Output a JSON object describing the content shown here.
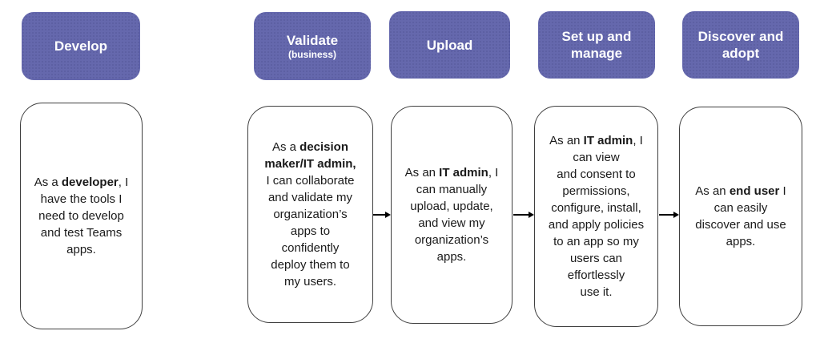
{
  "colors": {
    "header_fill": "#6568ad",
    "header_dot": "#5a5da0",
    "header_text": "#ffffff",
    "card_border": "#3f3f3f",
    "card_fill": "#ffffff",
    "body_text": "#1a1a1a",
    "arrow": "#000000"
  },
  "columns": [
    {
      "id": "develop",
      "header": {
        "label": "Develop",
        "sublabel": ""
      },
      "body": [
        {
          "text": "As a ",
          "bold": false
        },
        {
          "text": "developer",
          "bold": true
        },
        {
          "text": ", I\nhave the tools I\nneed to develop\nand test Teams\napps.",
          "bold": false
        }
      ]
    },
    {
      "id": "validate",
      "header": {
        "label": "Validate",
        "sublabel": "(business)"
      },
      "body": [
        {
          "text": "As a ",
          "bold": false
        },
        {
          "text": "decision\nmaker/IT admin,",
          "bold": true
        },
        {
          "text": "\nI can collaborate\nand validate my\norganization’s\napps to\nconfidently\ndeploy them to\nmy users.",
          "bold": false
        }
      ]
    },
    {
      "id": "upload",
      "header": {
        "label": "Upload",
        "sublabel": ""
      },
      "body": [
        {
          "text": "As an ",
          "bold": false
        },
        {
          "text": "IT admin",
          "bold": true
        },
        {
          "text": ", I\ncan manually\nupload, update,\nand view my\norganization’s\napps.",
          "bold": false
        }
      ]
    },
    {
      "id": "setup",
      "header": {
        "label": "Set up and\nmanage",
        "sublabel": ""
      },
      "body": [
        {
          "text": "As an ",
          "bold": false
        },
        {
          "text": "IT admin",
          "bold": true
        },
        {
          "text": ", I\ncan view\nand consent to\npermissions,\nconfigure, install,\nand apply policies\nto an app so my\nusers can\neffortlessly\nuse it.",
          "bold": false
        }
      ]
    },
    {
      "id": "discover",
      "header": {
        "label": "Discover and\nadopt",
        "sublabel": ""
      },
      "body": [
        {
          "text": "As an ",
          "bold": false
        },
        {
          "text": "end user",
          "bold": true
        },
        {
          "text": " I\ncan easily\ndiscover and use\napps.",
          "bold": false
        }
      ]
    }
  ],
  "arrows": [
    {
      "id": "validate-to-upload"
    },
    {
      "id": "upload-to-setup"
    },
    {
      "id": "setup-to-discover"
    }
  ]
}
